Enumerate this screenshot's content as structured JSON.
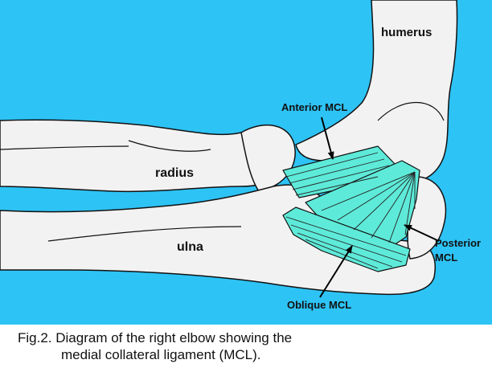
{
  "colors": {
    "background": "#2ec3f5",
    "bone": "#f2f2f2",
    "ligament": "#5eead9",
    "outline": "#111111"
  },
  "labels": {
    "humerus": "humerus",
    "radius": "radius",
    "ulna": "ulna",
    "anterior_mcl": "Anterior MCL",
    "posterior_mcl_line1": "Posterior",
    "posterior_mcl_line2": "MCL",
    "oblique_mcl": "Oblique MCL"
  },
  "caption": {
    "line1": "Fig.2. Diagram of the right elbow showing the",
    "line2": "medial collateral ligament (MCL)."
  }
}
